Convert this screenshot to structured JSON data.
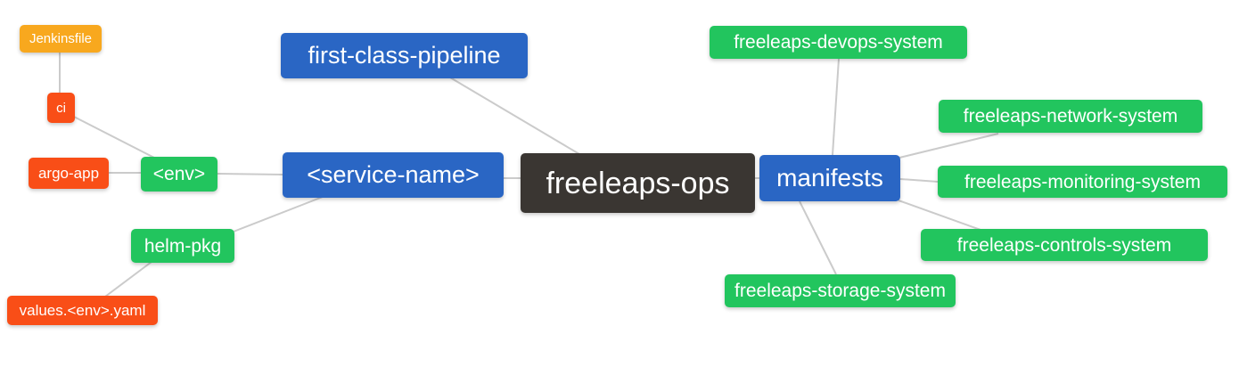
{
  "mindmap": {
    "background_color": "#ffffff",
    "edge_color": "#cbcbcb",
    "palette": {
      "blue": "#2a66c4",
      "green": "#22c55e",
      "red_orange": "#f94e17",
      "orange": "#f8a81e",
      "dark": "#3a3632",
      "text": "#ffffff"
    },
    "nodes": {
      "freeleaps_ops": {
        "label": "freeleaps-ops",
        "color": "#3a3632"
      },
      "first_class_pipeline": {
        "label": "first-class-pipeline",
        "color": "#2a66c4"
      },
      "service_name": {
        "label": "<service-name>",
        "color": "#2a66c4"
      },
      "manifests": {
        "label": "manifests",
        "color": "#2a66c4"
      },
      "env": {
        "label": "<env>",
        "color": "#22c55e"
      },
      "helm_pkg": {
        "label": "helm-pkg",
        "color": "#22c55e"
      },
      "ci": {
        "label": "ci",
        "color": "#f94e17"
      },
      "argo_app": {
        "label": "argo-app",
        "color": "#f94e17"
      },
      "values_env_yaml": {
        "label": "values.<env>.yaml",
        "color": "#f94e17"
      },
      "jenkinsfile": {
        "label": "Jenkinsfile",
        "color": "#f8a81e"
      },
      "devops_system": {
        "label": "freeleaps-devops-system",
        "color": "#22c55e"
      },
      "network_system": {
        "label": "freeleaps-network-system",
        "color": "#22c55e"
      },
      "monitoring_system": {
        "label": "freeleaps-monitoring-system",
        "color": "#22c55e"
      },
      "controls_system": {
        "label": "freeleaps-controls-system",
        "color": "#22c55e"
      },
      "storage_system": {
        "label": "freeleaps-storage-system",
        "color": "#22c55e"
      }
    },
    "edges": [
      {
        "from": "jenkinsfile",
        "to": "ci"
      },
      {
        "from": "ci",
        "to": "env"
      },
      {
        "from": "argo_app",
        "to": "env"
      },
      {
        "from": "env",
        "to": "service_name"
      },
      {
        "from": "helm_pkg",
        "to": "service_name"
      },
      {
        "from": "values_env_yaml",
        "to": "helm_pkg"
      },
      {
        "from": "first_class_pipeline",
        "to": "freeleaps_ops"
      },
      {
        "from": "service_name",
        "to": "freeleaps_ops"
      },
      {
        "from": "freeleaps_ops",
        "to": "manifests"
      },
      {
        "from": "manifests",
        "to": "devops_system"
      },
      {
        "from": "manifests",
        "to": "network_system"
      },
      {
        "from": "manifests",
        "to": "monitoring_system"
      },
      {
        "from": "manifests",
        "to": "controls_system"
      },
      {
        "from": "manifests",
        "to": "storage_system"
      }
    ]
  }
}
